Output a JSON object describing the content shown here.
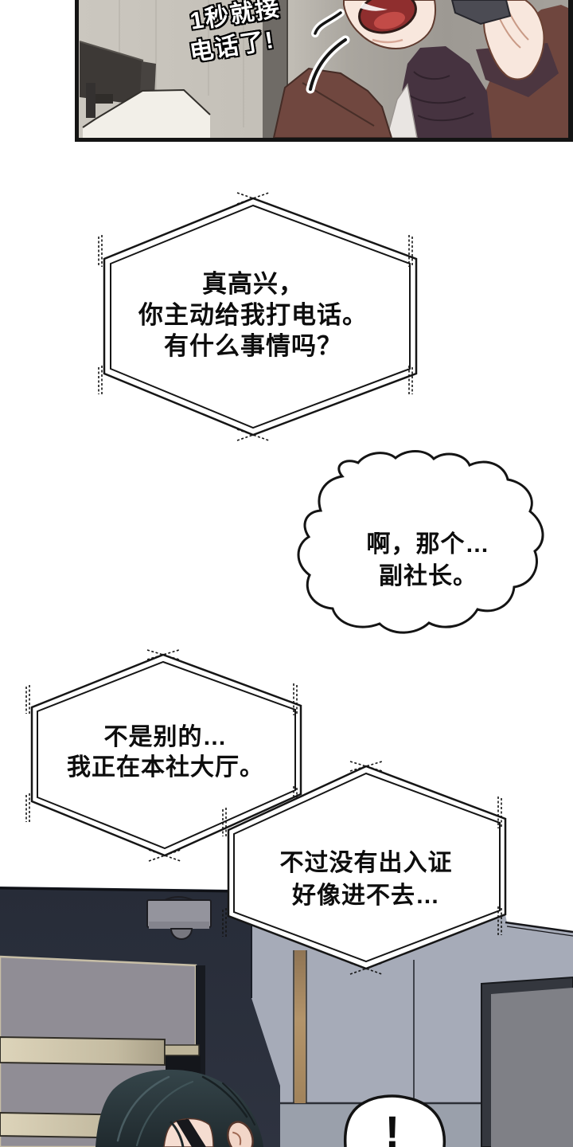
{
  "comic": {
    "panel1_sfx": {
      "line1": "1秒就接",
      "line2": "电话了!"
    },
    "bubble_call_1": {
      "line1": "真高兴，",
      "line2": "你主动给我打电话。",
      "line3": "有什么事情吗？"
    },
    "bubble_cloud": {
      "line1": "啊，那个…",
      "line2": "副社长。"
    },
    "bubble_call_2": {
      "line1": "不是别的…",
      "line2": "我正在本社大厅。"
    },
    "bubble_call_3": {
      "line1": "不过没有出入证",
      "line2": "好像进不去…"
    },
    "bubble_exclaim": {
      "text": "!"
    }
  },
  "colors": {
    "page_bg": "#ffffff",
    "panel_border": "#141414",
    "bubble_outline": "#161616",
    "panel1_wall": "#c7c3bb",
    "jacket_brown": "#70473f",
    "sweater_plum": "#463340",
    "skin": "#f8e7dd",
    "mouth_red": "#8f2e2e",
    "navy_wall": "#272c38",
    "light_wall": "#a6abb8",
    "door_gray": "#908d95",
    "stripe_beige": "#d8cfb5",
    "gold_stripe": "#b3946a",
    "hair_teal": "#2c3a3e"
  }
}
